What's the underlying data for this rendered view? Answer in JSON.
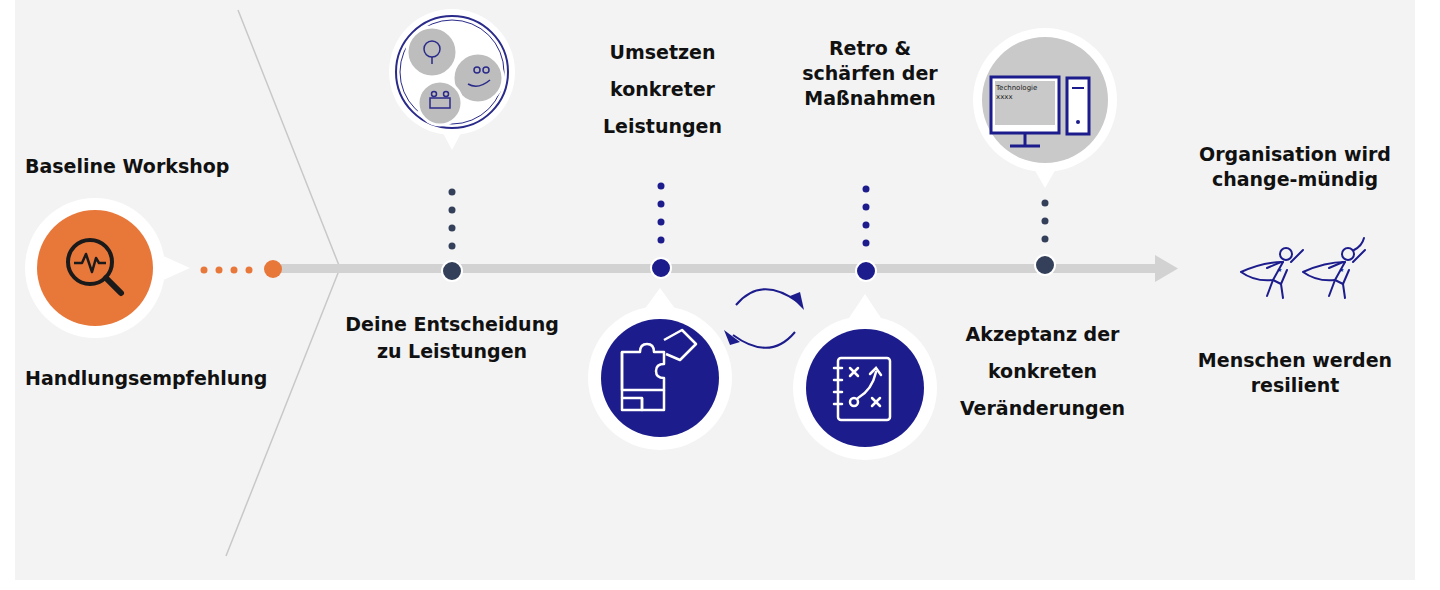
{
  "diagram": {
    "nodes": [
      {
        "text": [
          "Technologie xxxx"
        ]
      }
    ],
    "labels": [
      "Baseline Workshop",
      "Handlungsempfehlung",
      "Deine Entscheidung zu Leistungen",
      "Umsetzen konkreter Leistungen",
      "Retro & schärfen der Maßnahmen",
      "Akzeptanz der konkreten Veränderungen",
      "Organisation wird change-mündig",
      "Menschen werden resilient"
    ]
  }
}
